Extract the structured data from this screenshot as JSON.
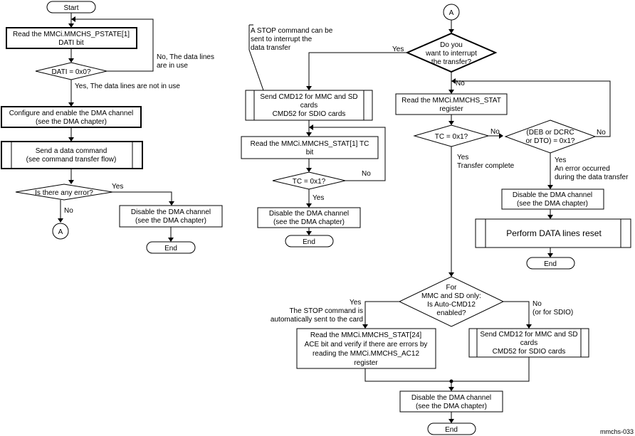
{
  "nodes": {
    "start": "Start",
    "read_pstate": [
      "Read the MMCi.MMCHS_PSTATE[1]",
      "DATI bit"
    ],
    "dati_check": "DATI = 0x0?",
    "dati_no": [
      "No, The data lines",
      "are in use"
    ],
    "dati_yes": "Yes, The data lines are not in use",
    "configure_dma": [
      "Configure and enable the DMA channel",
      "(see the DMA chapter)"
    ],
    "send_data_cmd": [
      "Send a data command",
      "(see command transfer flow)"
    ],
    "any_error": "Is there any error?",
    "any_error_yes": "Yes",
    "any_error_no": "No",
    "connector_a_left": "A",
    "disable_dma_left": [
      "Disable the DMA channel",
      "(see the DMA chapter)"
    ],
    "end_left": "End",
    "stop_note": [
      "A STOP command can be",
      "sent to interrupt the",
      "data transfer"
    ],
    "send_cmd12_mid": [
      "Send CMD12 for MMC and SD",
      "cards",
      "CMD52 for SDIO cards"
    ],
    "read_stat1_mid": [
      "Read the MMCi.MMCHS_STAT[1] TC",
      "bit"
    ],
    "tc_mid": "TC = 0x1?",
    "tc_mid_no": "No",
    "tc_mid_yes": "Yes",
    "disable_dma_mid": [
      "Disable the DMA channel",
      "(see the DMA chapter)"
    ],
    "end_mid": "End",
    "connector_a_right": "A",
    "interrupt_q": [
      "Do you",
      "want to interrupt",
      "the transfer?"
    ],
    "interrupt_yes": "Yes",
    "interrupt_no": "No",
    "read_stat_right": [
      "Read the MMCi.MMCHS_STAT",
      "register"
    ],
    "tc_right": "TC = 0x1?",
    "tc_right_no": "No",
    "tc_right_yes": [
      "Yes",
      "Transfer complete"
    ],
    "err_q": [
      "(DEB or DCRC",
      "or DTO) = 0x1?"
    ],
    "err_no": "No",
    "err_yes": [
      "Yes",
      "An error occurred",
      "during the data transfer"
    ],
    "disable_dma_right": [
      "Disable the DMA channel",
      "(see the DMA chapter)"
    ],
    "perform_reset": "Perform DATA lines reset",
    "end_right": "End",
    "autocmd_q": [
      "For",
      "MMC and SD only:",
      "Is Auto-CMD12",
      "enabled?"
    ],
    "autocmd_yes": [
      "Yes",
      "The STOP command is",
      "automatically sent to the card"
    ],
    "autocmd_no": [
      "No",
      "(or for SDIO)"
    ],
    "read_stat24": [
      "Read the MMCi.MMCHS_STAT[24]",
      "ACE bit and verify if there are errors by",
      "reading the MMCi.MMCHS_AC12",
      "register"
    ],
    "send_cmd12_bottom": [
      "Send CMD12 for MMC and SD",
      "cards",
      "CMD52 for SDIO cards"
    ],
    "disable_dma_bottom": [
      "Disable the DMA channel",
      "(see the DMA chapter)"
    ],
    "end_bottom": "End",
    "figure_id": "mmchs-033"
  }
}
